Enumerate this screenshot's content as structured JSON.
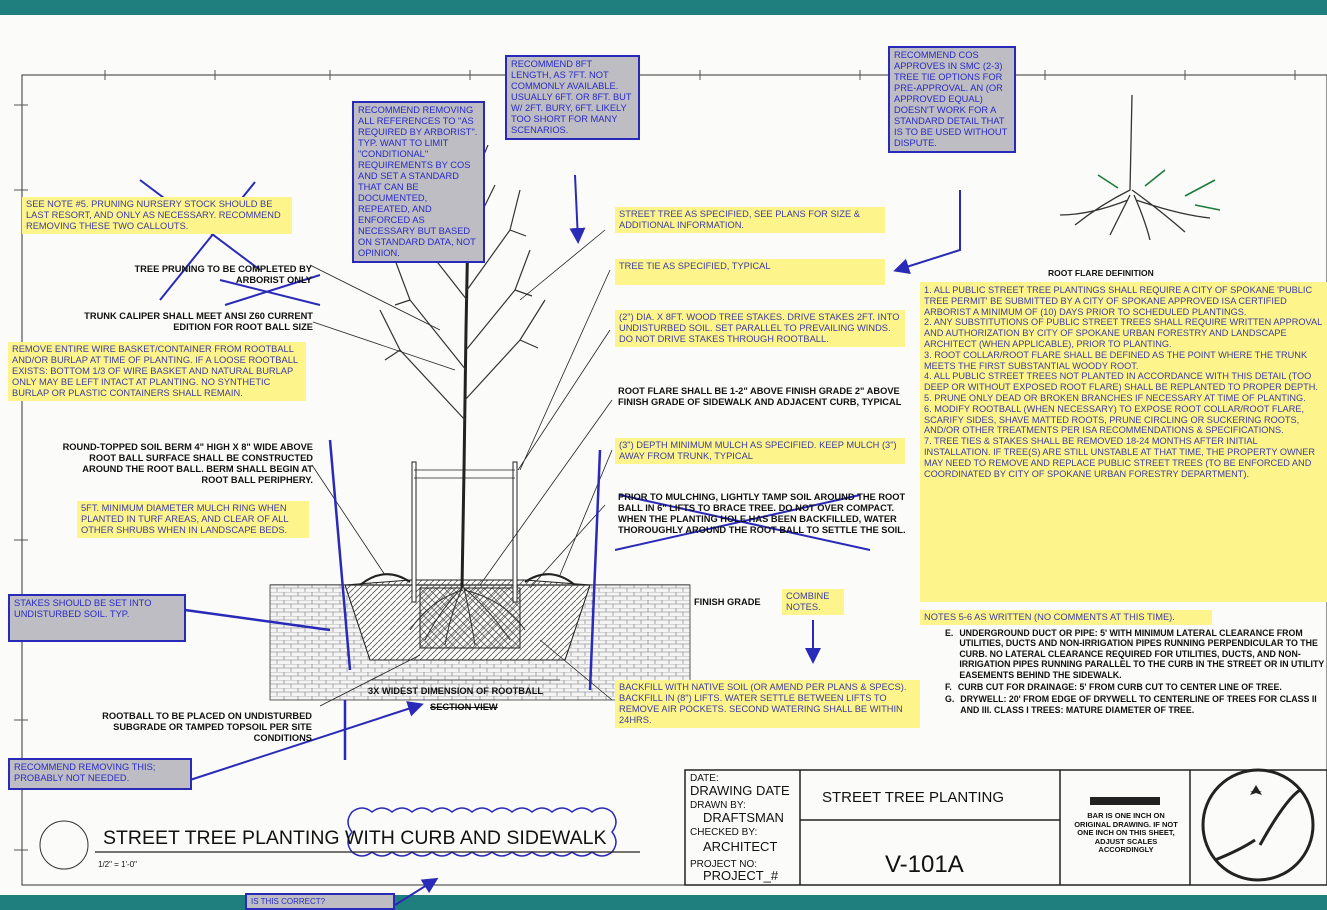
{
  "notes": {
    "pruning_note": "SEE NOTE #5. PRUNING NURSERY STOCK SHOULD BE LAST RESORT, AND ONLY AS NECESSARY. RECOMMEND REMOVING THESE TWO CALLOUTS.",
    "arborist_note": "RECOMMEND REMOVING ALL REFERENCES TO \"AS REQUIRED BY ARBORIST\". TYP. WANT TO LIMIT \"CONDITIONAL\" REQUIREMENTS BY COS AND SET A STANDARD THAT CAN BE DOCUMENTED, REPEATED, AND ENFORCED AS NECESSARY BUT BASED ON STANDARD DATA, NOT OPINION.",
    "stake_length_note": "RECOMMEND 8FT LENGTH, AS 7FT. NOT COMMONLY AVAILABLE. USUALLY 6FT. OR 8FT. BUT W/ 2FT. BURY, 6FT. LIKELY TOO SHORT FOR MANY SCENARIOS.",
    "tree_tie_note": "RECOMMEND COS APPROVES IN SMC (2-3) TREE TIE OPTIONS FOR PRE-APPROVAL. AN (OR APPROVED EQUAL) DOESN'T WORK FOR A STANDARD DETAIL THAT IS TO BE USED WITHOUT DISPUTE.",
    "tree_pruning": "TREE PRUNING TO BE COMPLETED BY ARBORIST ONLY",
    "trunk_caliper": "TRUNK CALIPER SHALL MEET ANSI Z60 CURRENT EDITION FOR ROOT BALL SIZE",
    "wire_basket": "REMOVE ENTIRE WIRE BASKET/CONTAINER FROM ROOTBALL AND/OR BURLAP AT TIME OF PLANTING. IF A LOOSE ROOTBALL EXISTS: BOTTOM 1/3 OF WIRE BASKET AND NATURAL BURLAP ONLY MAY BE LEFT INTACT AT PLANTING. NO SYNTHETIC BURLAP OR PLASTIC CONTAINERS SHALL REMAIN.",
    "soil_berm": "ROUND-TOPPED SOIL BERM 4\" HIGH X 8\" WIDE ABOVE ROOT BALL SURFACE SHALL BE CONSTRUCTED AROUND THE ROOT BALL. BERM SHALL BEGIN AT ROOT BALL PERIPHERY.",
    "mulch_ring": "5FT. MINIMUM DIAMETER MULCH RING WHEN PLANTED IN TURF AREAS, AND CLEAR OF ALL OTHER SHRUBS WHEN IN LANDSCAPE BEDS.",
    "stakes_set": "STAKES SHOULD BE SET INTO UNDISTURBED SOIL. TYP.",
    "rootball_placed": "ROOTBALL TO BE PLACED ON UNDISTURBED SUBGRADE OR TAMPED TOPSOIL PER SITE CONDITIONS",
    "remove_this": "RECOMMEND REMOVING THIS; PROBABLY NOT NEEDED.",
    "street_tree_spec": "STREET TREE AS SPECIFIED, SEE PLANS FOR SIZE & ADDITIONAL INFORMATION.",
    "tree_tie_spec": "TREE TIE AS SPECIFIED, TYPICAL",
    "wood_stakes": "(2\") DIA. X 8FT. WOOD TREE STAKES. DRIVE STAKES 2FT. INTO UNDISTURBED SOIL. SET PARALLEL TO PREVAILING WINDS. DO NOT DRIVE STAKES THROUGH ROOTBALL.",
    "root_flare": "ROOT FLARE SHALL BE 1-2\" ABOVE FINISH GRADE 2\" ABOVE FINISH GRADE OF SIDEWALK AND ADJACENT CURB, TYPICAL",
    "mulch_depth": "(3\") DEPTH MINIMUM MULCH AS SPECIFIED. KEEP MULCH (3\") AWAY FROM TRUNK, TYPICAL",
    "prior_mulching": "PRIOR TO MULCHING, LIGHTLY TAMP SOIL AROUND THE ROOT BALL IN 6\" LIFTS TO BRACE TREE. DO NOT OVER COMPACT. WHEN THE PLANTING HOLE HAS BEEN BACKFILLED, WATER THOROUGHLY AROUND THE ROOT BALL TO SETTLE THE SOIL.",
    "finish_grade": "FINISH GRADE",
    "combine_notes": "COMBINE NOTES.",
    "widest_dimension": "3X WIDEST DIMENSION OF ROOTBALL",
    "section_view": "SECTION VIEW",
    "backfill": "BACKFILL WITH NATIVE SOIL (OR AMEND PER PLANS & SPECS). BACKFILL IN (8\") LIFTS. WATER SETTLE BETWEEN LIFTS TO REMOVE AIR POCKETS. SECOND WATERING SHALL BE WITHIN 24HRS.",
    "is_correct": "IS THIS CORRECT?",
    "root_flare_definition": "ROOT FLARE DEFINITION",
    "notes_5_6": "NOTES 5-6 AS WRITTEN (NO COMMENTS AT THIS TIME)."
  },
  "numbered_notes": [
    "1. ALL PUBLIC STREET TREE PLANTINGS SHALL REQUIRE A CITY OF SPOKANE 'PUBLIC TREE PERMIT' BE SUBMITTED BY A CITY OF SPOKANE APPROVED ISA CERTIFIED ARBORIST A MINIMUM OF (10) DAYS PRIOR TO SCHEDULED PLANTINGS.",
    "2. ANY SUBSTITUTIONS OF PUBLIC STREET TREES SHALL REQUIRE WRITTEN APPROVAL AND AUTHORIZATION BY CITY OF SPOKANE URBAN FORESTRY AND LANDSCAPE ARCHITECT (WHEN APPLICABLE), PRIOR TO PLANTING.",
    "3. ROOT COLLAR/ROOT FLARE SHALL BE DEFINED AS THE POINT WHERE THE TRUNK MEETS THE FIRST SUBSTANTIAL WOODY ROOT.",
    "4. ALL PUBLIC STREET TREES NOT PLANTED IN ACCORDANCE WITH THIS DETAIL (TOO DEEP OR WITHOUT EXPOSED ROOT FLARE) SHALL BE REPLANTED TO PROPER DEPTH.",
    "5. PRUNE ONLY DEAD OR BROKEN BRANCHES IF NECESSARY AT TIME OF PLANTING.",
    "6. MODIFY ROOTBALL (WHEN NECESSARY) TO EXPOSE ROOT COLLAR/ROOT FLARE, SCARIFY SIDES, SHAVE MATTED ROOTS, PRUNE CIRCLING OR SUCKERING ROOTS, AND/OR OTHER TREATMENTS PER ISA RECOMMENDATIONS & SPECIFICATIONS.",
    "7. TREE TIES & STAKES SHALL BE REMOVED 18-24 MONTHS AFTER INITIAL INSTALLATION. IF TREE(S) ARE STILL UNSTABLE AT THAT TIME, THE PROPERTY OWNER MAY NEED TO REMOVE AND REPLACE PUBLIC STREET TREES (TO BE ENFORCED AND COORDINATED BY CITY OF SPOKANE URBAN FORESTRY DEPARTMENT)."
  ],
  "utility_notes": [
    {
      "letter": "e.",
      "text": "UNDERGROUND DUCT OR PIPE: 5' WITH MINIMUM LATERAL CLEARANCE FROM UTILITIES, DUCTS AND NON-IRRIGATION PIPES RUNNING PERPENDICULAR TO THE CURB. NO LATERAL CLEARANCE REQUIRED FOR UTILITIES, DUCTS, AND NON-IRRIGATION PIPES RUNNING PARALLEL TO THE CURB IN THE STREET OR IN UTILITY EASEMENTS BEHIND THE SIDEWALK."
    },
    {
      "letter": "f.",
      "text": "CURB CUT FOR DRAINAGE: 5' FROM CURB CUT TO CENTER LINE OF TREE."
    },
    {
      "letter": "g.",
      "text": "DRYWELL: 20' FROM EDGE OF DRYWELL TO CENTERLINE OF TREES FOR CLASS II AND III. CLASS I TREES: MATURE DIAMETER OF TREE."
    }
  ],
  "main_title": "STREET TREE PLANTING WITH CURB AND SIDEWALK",
  "scale": "1/2\" = 1'-0\"",
  "title_block": {
    "date_label": "DATE:",
    "date_value": "DRAWING DATE",
    "drawn_label": "DRAWN BY:",
    "drawn_value": "DRAFTSMAN",
    "checked_label": "CHECKED BY:",
    "checked_value": "ARCHITECT",
    "project_label": "PROJECT NO:",
    "project_value": "PROJECT_#",
    "sheet_title": "STREET TREE PLANTING",
    "sheet_number": "V-101A",
    "bar_note": "BAR IS ONE INCH ON ORIGINAL DRAWING. IF NOT ONE INCH ON THIS SHEET, ADJUST SCALES ACCORDINGLY"
  },
  "colors": {
    "band": "#1f7f7e",
    "highlight": "#fdf58c",
    "comment_box": "#bdbdc3",
    "markup_blue": "#2a2ab8"
  }
}
